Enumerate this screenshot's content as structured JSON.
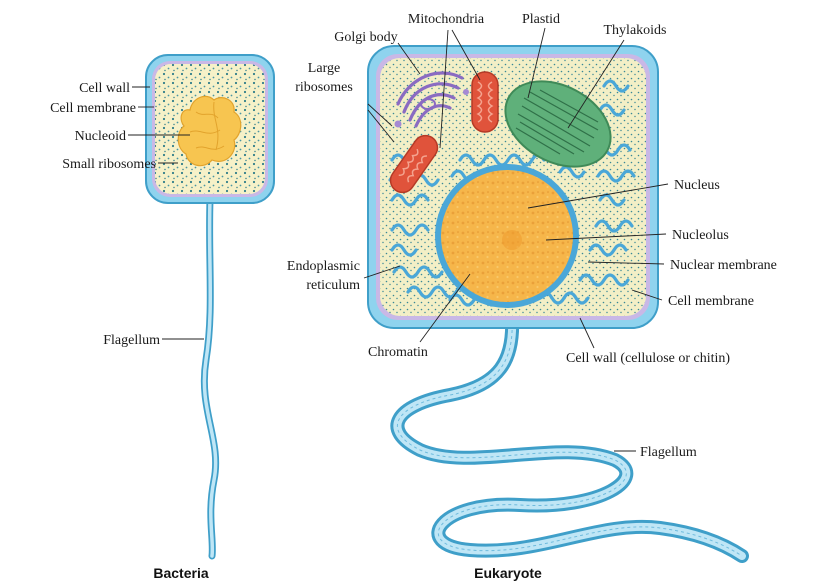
{
  "colors": {
    "cell_wall": "#8fd3ee",
    "cell_wall_edge": "#3f9fc9",
    "membrane": "#c9b8e6",
    "cytoplasm": "#f6f1c8",
    "ribosome_dots": "#2f7d8a",
    "nucleoid": "#f7c550",
    "nucleus": "#f6b64a",
    "golgi": "#8a6bc2",
    "mitochondria": "#e0533b",
    "plastid": "#5fb07a",
    "er": "#4aa7d8"
  },
  "bacteria": {
    "caption": "Bacteria",
    "labels": {
      "cell_wall": "Cell wall",
      "cell_membrane": "Cell membrane",
      "nucleoid": "Nucleoid",
      "small_ribosomes": "Small ribosomes",
      "flagellum": "Flagellum"
    }
  },
  "eukaryote": {
    "caption": "Eukaryote",
    "labels": {
      "mitochondria": "Mitochondria",
      "golgi_body": "Golgi body",
      "plastid": "Plastid",
      "thylakoids": "Thylakoids",
      "large_ribosomes_1": "Large",
      "large_ribosomes_2": "ribosomes",
      "nucleus": "Nucleus",
      "nucleolus": "Nucleolus",
      "nuclear_membrane": "Nuclear membrane",
      "cell_membrane": "Cell membrane",
      "er_1": "Endoplasmic",
      "er_2": "reticulum",
      "chromatin": "Chromatin",
      "cell_wall": "Cell wall (cellulose or chitin)",
      "flagellum": "Flagellum"
    }
  }
}
